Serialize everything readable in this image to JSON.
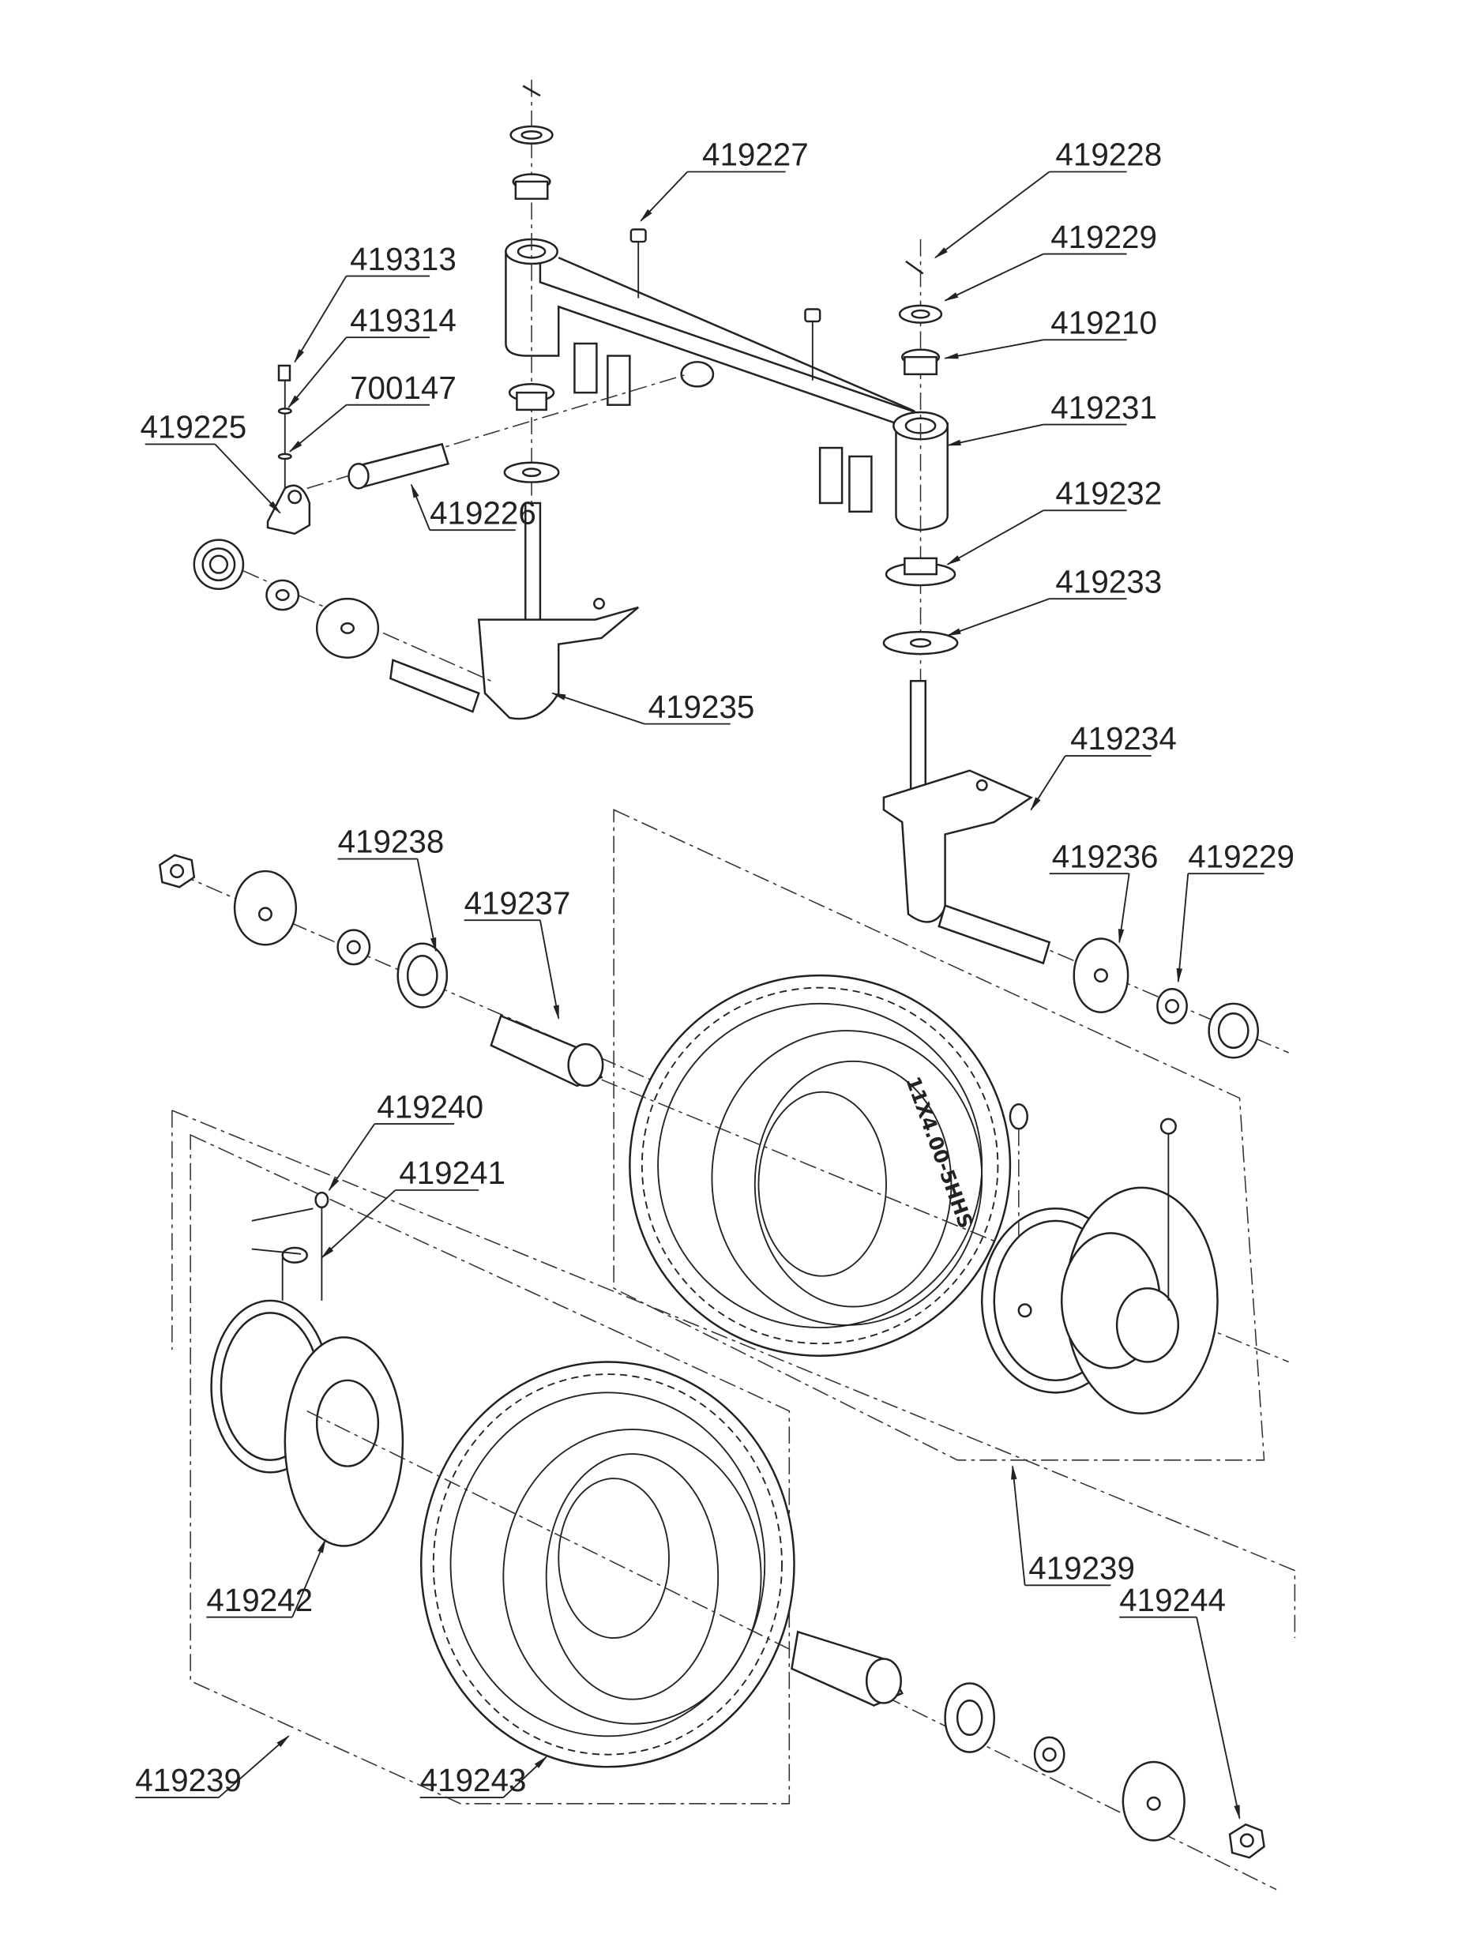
{
  "diagram": {
    "type": "exploded-parts-diagram",
    "subject": "Front axle and wheel assembly",
    "tire_marking": "11X4.00-5HHS",
    "callouts": [
      {
        "id": "c1",
        "label": "419227"
      },
      {
        "id": "c2",
        "label": "419228"
      },
      {
        "id": "c3",
        "label": "419229"
      },
      {
        "id": "c4",
        "label": "419210"
      },
      {
        "id": "c5",
        "label": "419231"
      },
      {
        "id": "c6",
        "label": "419232"
      },
      {
        "id": "c7",
        "label": "419233"
      },
      {
        "id": "c8",
        "label": "419313"
      },
      {
        "id": "c9",
        "label": "419314"
      },
      {
        "id": "c10",
        "label": "700147"
      },
      {
        "id": "c11",
        "label": "419225"
      },
      {
        "id": "c12",
        "label": "419226"
      },
      {
        "id": "c13",
        "label": "419235"
      },
      {
        "id": "c14",
        "label": "419234"
      },
      {
        "id": "c15",
        "label": "419238"
      },
      {
        "id": "c16",
        "label": "419237"
      },
      {
        "id": "c17",
        "label": "419236"
      },
      {
        "id": "c18",
        "label": "419229"
      },
      {
        "id": "c19",
        "label": "419240"
      },
      {
        "id": "c20",
        "label": "419241"
      },
      {
        "id": "c21",
        "label": "419242"
      },
      {
        "id": "c22",
        "label": "419239"
      },
      {
        "id": "c23",
        "label": "419239"
      },
      {
        "id": "c24",
        "label": "419243"
      },
      {
        "id": "c25",
        "label": "419244"
      }
    ]
  }
}
